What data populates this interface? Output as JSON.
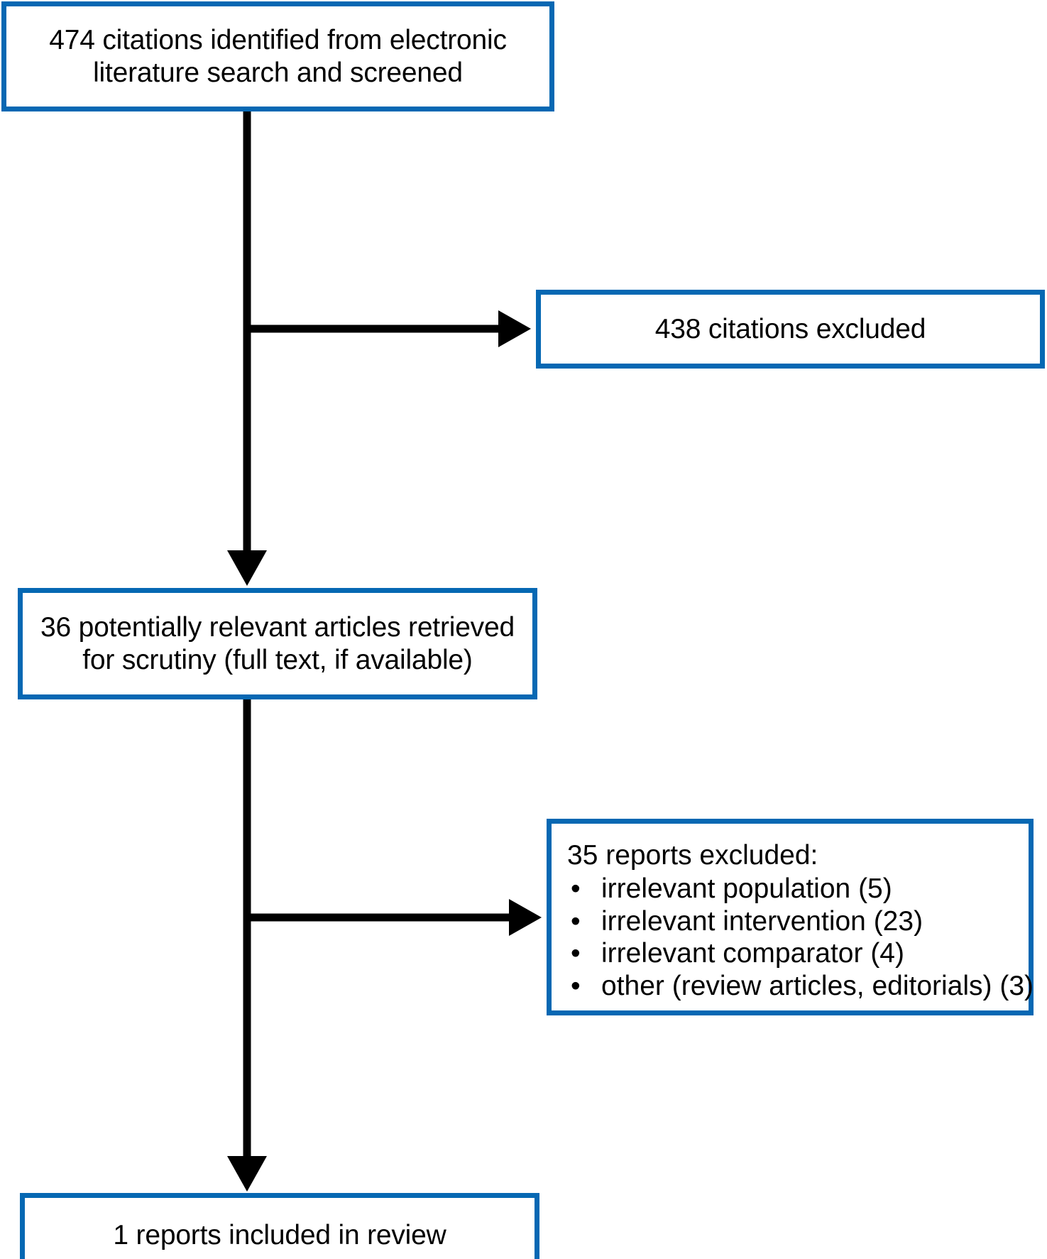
{
  "diagram": {
    "type": "prisma-flow-diagram",
    "accent_color": "#0668b3",
    "text_color": "#000000",
    "background_color": "#ffffff",
    "nodes": {
      "identified": {
        "label": "474 citations identified from electronic\nliterature search and screened",
        "count": 474
      },
      "citations_excluded": {
        "label": "438 citations excluded",
        "count": 438
      },
      "retrieved": {
        "label": "36 potentially relevant articles retrieved\nfor scrutiny (full text, if available)",
        "count": 36
      },
      "reports_excluded": {
        "title": "35 reports excluded:",
        "count": 35,
        "bullet_glyph": "•",
        "reasons": [
          {
            "label": "irrelevant population (5)",
            "count": 5
          },
          {
            "label": "irrelevant intervention (23)",
            "count": 23
          },
          {
            "label": "irrelevant comparator (4)",
            "count": 4
          },
          {
            "label": "other (review articles, editorials) (3)",
            "count": 3
          }
        ]
      },
      "included": {
        "label": "1 reports included in review",
        "count": 1
      }
    },
    "connectors": [
      {
        "name": "identified-to-retrieved",
        "style": "vertical-arrow-down"
      },
      {
        "name": "identified-to-citations-excluded",
        "style": "horizontal-arrow-right"
      },
      {
        "name": "retrieved-to-included",
        "style": "vertical-arrow-down"
      },
      {
        "name": "retrieved-to-reports-excluded",
        "style": "horizontal-arrow-right"
      }
    ]
  },
  "chart_data": {
    "type": "diagram",
    "title": "PRISMA study selection flow",
    "stages": [
      {
        "stage": "Citations identified and screened",
        "value": 474
      },
      {
        "stage": "Citations excluded",
        "value": 438
      },
      {
        "stage": "Potentially relevant articles retrieved for scrutiny",
        "value": 36
      },
      {
        "stage": "Reports excluded",
        "value": 35
      },
      {
        "stage": "Reports included in review",
        "value": 1
      }
    ],
    "exclusion_reasons": {
      "categories": [
        "irrelevant population",
        "irrelevant intervention",
        "irrelevant comparator",
        "other (review articles, editorials)"
      ],
      "values": [
        5,
        23,
        4,
        3
      ]
    }
  }
}
